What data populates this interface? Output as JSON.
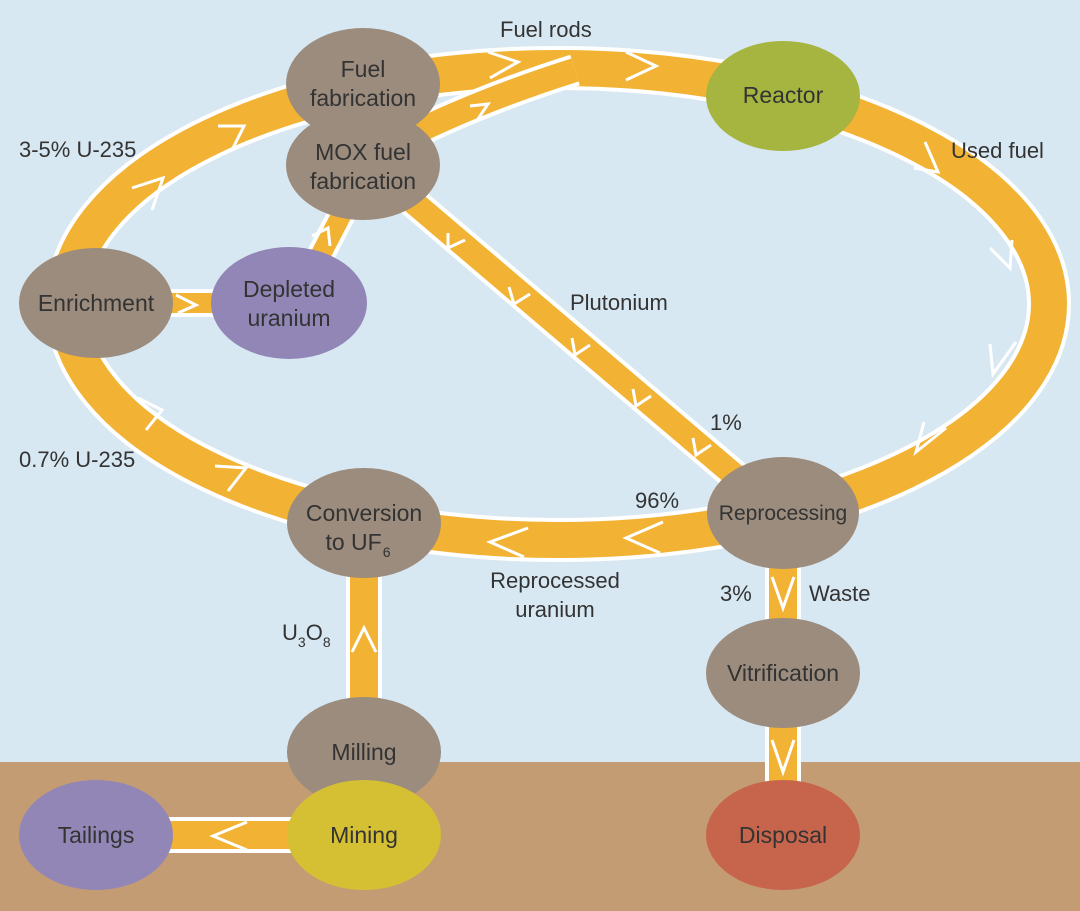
{
  "title": "Nuclear fuel cycle",
  "colors": {
    "sky": "#d8e8f2",
    "ground": "#c49c74",
    "flow": "#f2b233",
    "flow_outline": "#ffffff",
    "process_node": "#9b8c7e",
    "reactor_node": "#a5b540",
    "byproduct_node": "#9286b6",
    "mining_node": "#d5c033",
    "disposal_node": "#c6654c",
    "text": "#333333"
  },
  "nodes": {
    "fuel_fabrication": {
      "line1": "Fuel",
      "line2": "fabrication"
    },
    "mox_fuel_fabrication": {
      "line1": "MOX fuel",
      "line2": "fabrication"
    },
    "reactor": {
      "label": "Reactor"
    },
    "enrichment": {
      "label": "Enrichment"
    },
    "depleted_uranium": {
      "line1": "Depleted",
      "line2": "uranium"
    },
    "conversion": {
      "line1": "Conversion",
      "line2_main": "to UF",
      "line2_sub": "6"
    },
    "reprocessing": {
      "label": "Reprocessing"
    },
    "vitrification": {
      "label": "Vitrification"
    },
    "milling": {
      "label": "Milling"
    },
    "mining": {
      "label": "Mining"
    },
    "tailings": {
      "label": "Tailings"
    },
    "disposal": {
      "label": "Disposal"
    }
  },
  "flow_labels": {
    "fuel_rods": "Fuel rods",
    "used_fuel": "Used fuel",
    "enriched": "3-5% U-235",
    "natural": "0.7% U-235",
    "plutonium": "Plutonium",
    "plutonium_pct": "1%",
    "reprocessed_pct": "96%",
    "reprocessed_line1": "Reprocessed",
    "reprocessed_line2": "uranium",
    "waste_pct": "3%",
    "waste": "Waste",
    "u3o8": {
      "u": "U",
      "sub3": "3",
      "o": "O",
      "sub8": "8"
    }
  }
}
